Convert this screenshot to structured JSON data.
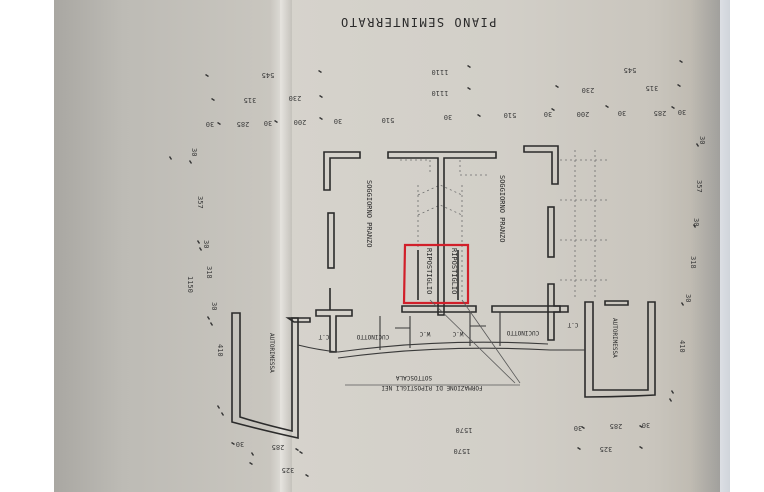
{
  "drawing": {
    "title": "PIANO SEMINTERRATO",
    "orientation": "rotated 180 degrees",
    "highlight_color": "#d11f2a",
    "rooms": {
      "soggiorno_left": "SOGGIORNO  PRANZO",
      "soggiorno_right": "SOGGIORNO  PRANZO",
      "ripostiglio_left": "RIPOSTIGLIO",
      "ripostiglio_right": "RIPOSTIGLIO",
      "ct_left": "C.T",
      "ct_right": "C.T",
      "cucinotto_left": "CUCINOTTO",
      "cucinotto_right": "CUCINOTTO",
      "wc_left": "W.C",
      "wc_right": "W.C",
      "autorimessa_left": "AUTORIMESSA",
      "autorimessa_right": "AUTORIMESSA"
    },
    "note": {
      "line1": "FORMAZIONE DI RIPOSTIGLI NEI",
      "line2": "SOTTOSCALA"
    },
    "dimensions_top": {
      "row1": [
        "545",
        "1110",
        "545"
      ],
      "row2": [
        "315",
        "230",
        "1110",
        "230",
        "315"
      ],
      "row3": [
        "30",
        "285",
        "30",
        "200",
        "30",
        "510",
        "30",
        "510",
        "30",
        "200",
        "30",
        "285",
        "30"
      ]
    },
    "dimensions_left": [
      "30",
      "357",
      "30",
      "318",
      "1150",
      "30",
      "410"
    ],
    "dimensions_right": [
      "30",
      "357",
      "30",
      "318",
      "30",
      "410"
    ],
    "dimensions_bottom": {
      "row1": [
        "30",
        "285",
        "1570",
        "30",
        "285",
        "30"
      ],
      "row2": [
        "325",
        "1570",
        "325"
      ]
    }
  }
}
